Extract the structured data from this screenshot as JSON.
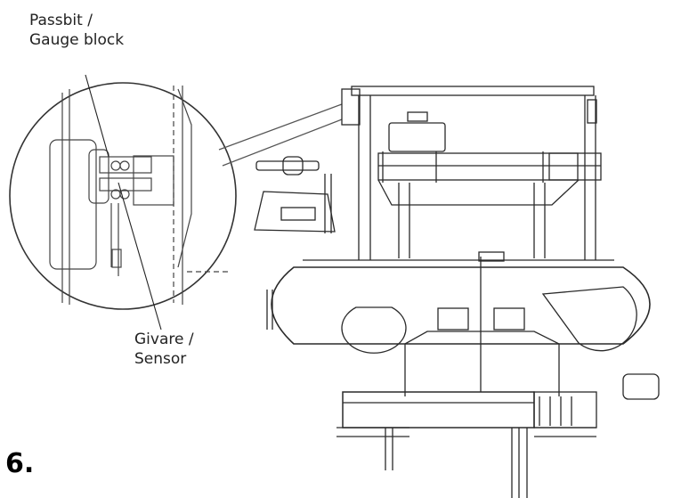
{
  "labels": {
    "gauge_block": [
      "Passbit /",
      "Gauge block"
    ],
    "sensor": [
      "Givare /",
      "Sensor"
    ]
  },
  "step_number": "6."
}
